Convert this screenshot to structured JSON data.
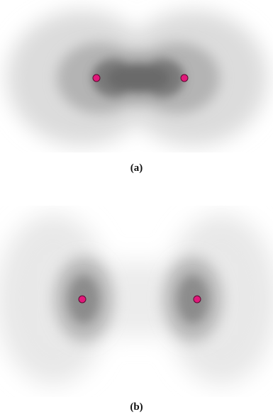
{
  "figure": {
    "panels": [
      {
        "id": "a",
        "caption": "(a)",
        "description_color": "#5a5a5a",
        "nucleus_color": "#e0197a",
        "nucleus_stroke": "#5a0a30"
      },
      {
        "id": "b",
        "caption": "(b)",
        "description_color": "#5a5a5a",
        "nucleus_color": "#e0197a",
        "nucleus_stroke": "#5a0a30"
      }
    ]
  }
}
